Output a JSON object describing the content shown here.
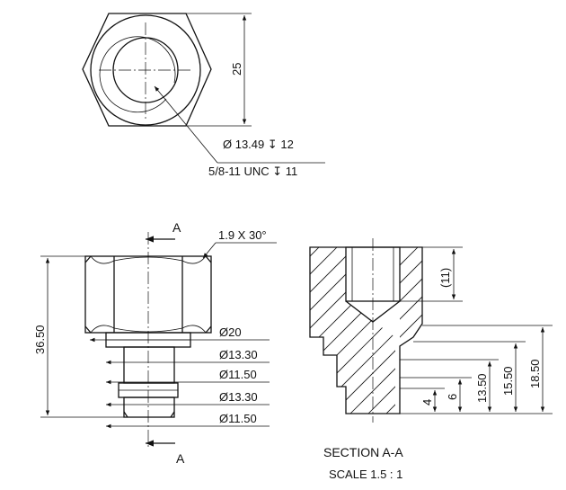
{
  "top_view": {
    "hole_callout_line1": "Ø 13.49 ↧ 12",
    "hole_callout_line2": "5/8-11 UNC ↧ 11",
    "dim_across_flats": "25"
  },
  "front_view": {
    "section_letter_top": "A",
    "section_letter_bottom": "A",
    "chamfer_callout": "1.9 X 30°",
    "dim_overall_height": "36.50",
    "dims_diameters": [
      "Ø20",
      "Ø13.30",
      "Ø11.50",
      "Ø13.30",
      "Ø11.50"
    ]
  },
  "section_view": {
    "dim_thread_depth": "(11)",
    "dims_heights": [
      "4",
      "6",
      "13.50",
      "15.50",
      "18.50"
    ],
    "title": "SECTION A-A",
    "scale": "SCALE 1.5 : 1"
  },
  "colors": {
    "line": "#111111",
    "background": "#ffffff"
  }
}
